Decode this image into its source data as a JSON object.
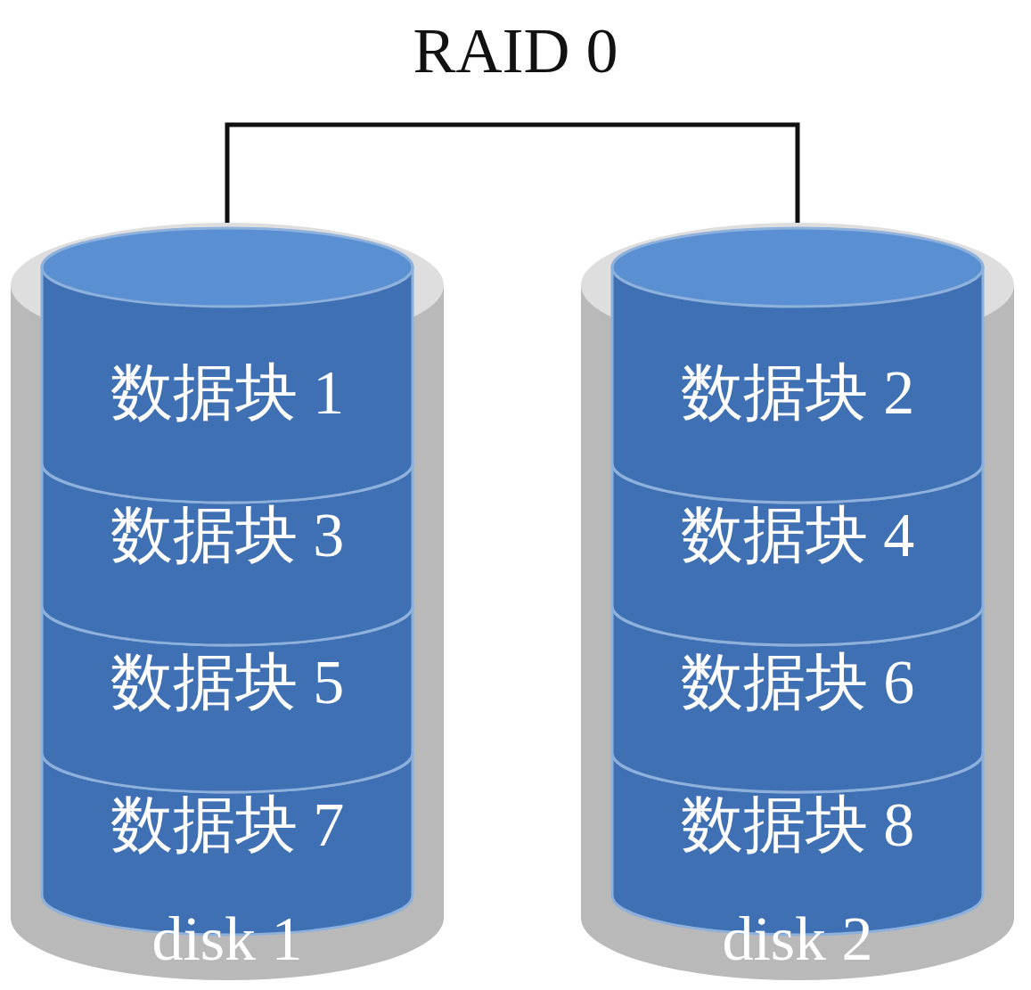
{
  "diagram": {
    "title": "RAID 0",
    "nodes": [
      {
        "text": [
          "disk 1"
        ]
      },
      {
        "text": [
          "数据块 1"
        ],
        "in": 0
      },
      {
        "text": [
          "数据块 3"
        ],
        "in": 0
      },
      {
        "text": [
          "数据块 5"
        ],
        "in": 0
      },
      {
        "text": [
          "数据块 7"
        ],
        "in": 0
      },
      {
        "text": [
          "disk 2"
        ]
      },
      {
        "text": [
          "数据块 2"
        ],
        "in": 5
      },
      {
        "text": [
          "数据块 4"
        ],
        "in": 5
      },
      {
        "text": [
          "数据块 6"
        ],
        "in": 5
      },
      {
        "text": [
          "数据块 8"
        ],
        "in": 5
      }
    ],
    "edges": [
      {
        "from": 0,
        "to": 5,
        "arrow": "none"
      }
    ]
  }
}
